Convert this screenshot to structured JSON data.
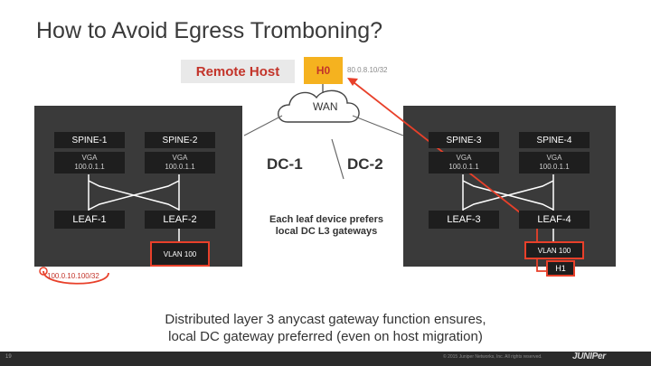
{
  "slide": {
    "title": "How to Avoid Egress Tromboning?",
    "page_number": "19",
    "copyright": "© 2015 Juniper Networks, Inc. All rights reserved.",
    "logo_text": "JUNIPer"
  },
  "remote": {
    "label": "Remote Host",
    "host_name": "H0",
    "host_ip": "80.0.8.10/32",
    "wan_label": "WAN"
  },
  "dc1": {
    "label": "DC-1",
    "spines": [
      {
        "name": "SPINE-1",
        "vga_line1": "VGA",
        "vga_line2": "100.0.1.1"
      },
      {
        "name": "SPINE-2",
        "vga_line1": "VGA",
        "vga_line2": "100.0.1.1"
      }
    ],
    "leaves": [
      {
        "name": "LEAF-1"
      },
      {
        "name": "LEAF-2"
      }
    ],
    "vlan": "VLAN 100"
  },
  "dc2": {
    "label": "DC-2",
    "spines": [
      {
        "name": "SPINE-3",
        "vga_line1": "VGA",
        "vga_line2": "100.0.1.1"
      },
      {
        "name": "SPINE-4",
        "vga_line1": "VGA",
        "vga_line2": "100.0.1.1"
      }
    ],
    "leaves": [
      {
        "name": "LEAF-3"
      },
      {
        "name": "LEAF-4"
      }
    ],
    "vlan": "VLAN 100",
    "host": "H1"
  },
  "annotations": {
    "leaf_preference": "Each leaf device prefers local DC L3 gateways",
    "host_ip": "100.0.10.100/32",
    "summary_line1": "Distributed layer 3 anycast gateway function ensures,",
    "summary_line2": "local DC gateway preferred (even on host migration)"
  },
  "colors": {
    "accent_red": "#e8402a",
    "host_yellow": "#f5b21f",
    "dc_background": "#3a3a3a",
    "node_background": "#1e1e1e"
  }
}
